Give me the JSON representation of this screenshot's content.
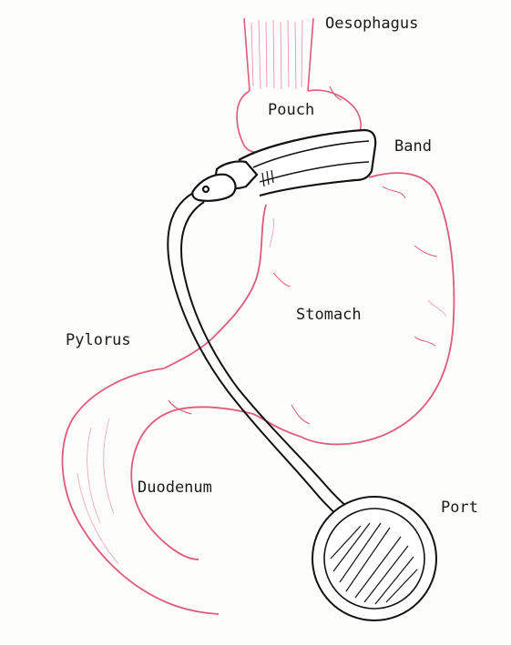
{
  "labels": {
    "oesophagus": "Oesophagus",
    "pouch": "Pouch",
    "band": "Band",
    "stomach": "Stomach",
    "pylorus": "Pylorus",
    "duodenum": "Duodenum",
    "port": "Port"
  },
  "colors": {
    "tissue": "#e05a7a",
    "tissue_light": "#f3b8c6",
    "ink": "#111111",
    "background": "#fdfdfb"
  }
}
